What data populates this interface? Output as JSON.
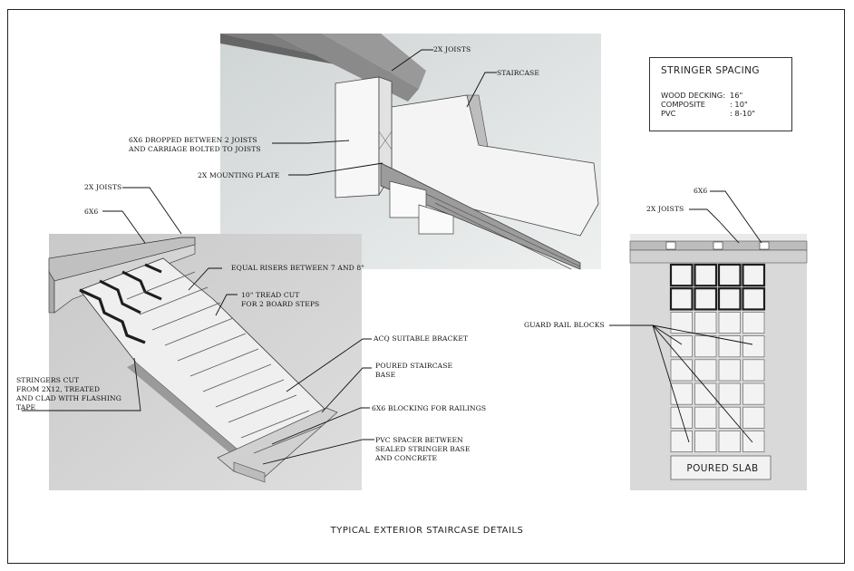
{
  "caption": "TYPICAL EXTERIOR STAIRCASE DETAILS",
  "spacing_table": {
    "title": "STRINGER SPACING",
    "rows": [
      {
        "label": "WOOD DECKING:",
        "value": "16\""
      },
      {
        "label": "COMPOSITE",
        "value": ":  10\""
      },
      {
        "label": "PVC",
        "value": ":  8-10\""
      }
    ]
  },
  "labels": {
    "joists_top": "2X JOISTS",
    "staircase": "STAIRCASE",
    "dropped_line1": "6X6 DROPPED BETWEEN 2 JOISTS",
    "dropped_line2": "AND CARRIAGE BOLTED TO JOISTS",
    "mounting_plate": "2X MOUNTING PLATE",
    "joists_left": "2X JOISTS",
    "six_by_six_left": "6X6",
    "equal_risers": "EQUAL RISERS BETWEEN 7 AND 8\"",
    "tread_line1": "10\" TREAD CUT",
    "tread_line2": "FOR 2 BOARD STEPS",
    "stringers_line1": "STRINGERS CUT",
    "stringers_line2": "FROM 2X12, TREATED",
    "stringers_line3": "AND CLAD WITH FLASHING",
    "stringers_line4": "TAPE",
    "acq_bracket": "ACQ SUITABLE BRACKET",
    "poured_base_line1": "POURED STAIRCASE",
    "poured_base_line2": "BASE",
    "blocking": "6X6 BLOCKING FOR RAILINGS",
    "pvc_line1": "PVC SPACER BETWEEN",
    "pvc_line2": "SEALED STRINGER BASE",
    "pvc_line3": "AND CONCRETE",
    "six_by_six_right": "6X6",
    "joists_right": "2X JOISTS",
    "guard_rail": "GUARD RAIL BLOCKS",
    "poured_slab": "POURED SLAB"
  },
  "colors": {
    "panel_grey": "#d9d9d9",
    "panel_light": "#e6e8e8",
    "line": "#222222",
    "stringer_dark": "#1e1e1e"
  }
}
